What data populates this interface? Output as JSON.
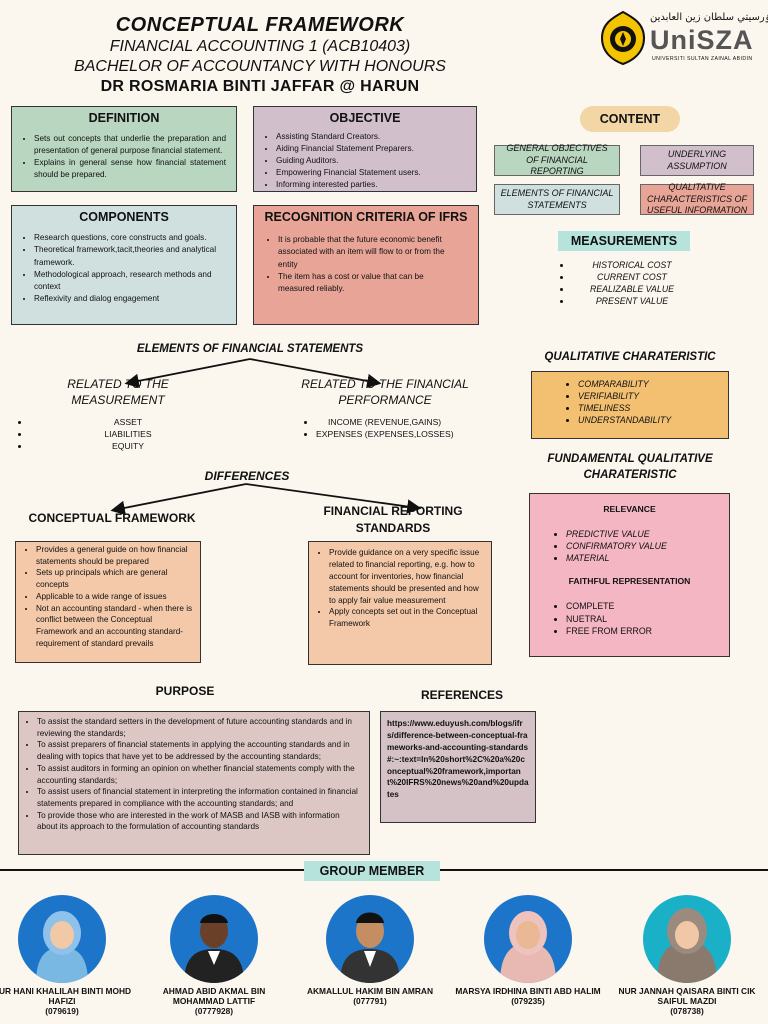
{
  "header": {
    "title": "CONCEPTUAL FRAMEWORK",
    "course": "FINANCIAL ACCOUNTING 1 (ACB10403)",
    "programme": "BACHELOR OF ACCOUNTANCY WITH HONOURS",
    "lecturer": "DR ROSMARIA BINTI JAFFAR @ HARUN"
  },
  "logo": {
    "arabic": "يونيۏرسيتي سلطان زين العابدين",
    "name": "UniSZA",
    "subtitle": "UNIVERSITI SULTAN ZAINAL ABIDIN"
  },
  "definition": {
    "title": "DEFINITION",
    "items": [
      "Sets out concepts that underlie the preparation and presentation of general purpose financial statement.",
      "Explains in general sense how financial statement should be prepared."
    ]
  },
  "objective": {
    "title": "OBJECTIVE",
    "items": [
      "Assisting Standard Creators.",
      "Aiding Financial Statement Preparers.",
      "Guiding Auditors.",
      "Empowering Financial Statement users.",
      "Informing interested parties."
    ]
  },
  "components": {
    "title": "COMPONENTS",
    "items": [
      "Research questions, core constructs and goals.",
      "Theoretical framework,tacit,theories and analytical framework.",
      "Methodological approach, research methods and context",
      "Reflexivity and dialog engagement"
    ]
  },
  "recognition": {
    "title": "RECOGNITION CRITERIA OF IFRS",
    "items": [
      "It is probable that the future economic benefit associated with an item will flow to or from the entity",
      "The item has a cost or value that can be measured reliably."
    ]
  },
  "content": {
    "title": "CONTENT",
    "boxes": [
      "GENERAL OBJECTIVES OF FINANCIAL REPORTING",
      "UNDERLYING ASSUMPTION",
      "ELEMENTS OF FINANCIAL STATEMENTS",
      "QUALITATIVE CHARACTERISTICS OF USEFUL INFORMATION"
    ]
  },
  "measurements": {
    "title": "MEASUREMENTS",
    "items": [
      "HISTORICAL COST",
      "CURRENT COST",
      "REALIZABLE VALUE",
      "PRESENT VALUE"
    ]
  },
  "elements": {
    "title": "ELEMENTS OF FINANCIAL STATEMENTS",
    "left_title": "RELATED TO THE MEASUREMENT",
    "left_items": [
      "ASSET",
      "LIABILITIES",
      "EQUITY"
    ],
    "right_title": "RELATED TO THE FINANCIAL PERFORMANCE",
    "right_items": [
      "INCOME (REVENUE,GAINS)",
      "EXPENSES (EXPENSES,LOSSES)"
    ]
  },
  "qualitative": {
    "title": "QUALITATIVE CHARATERISTIC",
    "items": [
      "COMPARABILITY",
      "VERIFIABILITY",
      "TIMELINESS",
      "UNDERSTANDABILITY"
    ]
  },
  "fundamental": {
    "title": "FUNDAMENTAL QUALITATIVE CHARATERISTIC",
    "relevance_title": "RELEVANCE",
    "relevance_items": [
      "PREDICTIVE VALUE",
      "CONFIRMATORY VALUE",
      "MATERIAL"
    ],
    "faithful_title": "FAITHFUL REPRESENTATION",
    "faithful_items": [
      "COMPLETE",
      "NUETRAL",
      "FREE FROM ERROR"
    ]
  },
  "differences": {
    "title": "DIFFERENCES",
    "cf_title": "CONCEPTUAL FRAMEWORK",
    "cf_items": [
      "Provides a general guide on how financial statements should be prepared",
      "Sets up principals which are general concepts",
      "Applicable to a wide range of issues",
      "Not an accounting standard - when there is conflict between the Conceptual Framework and an accounting standard-requirement of standard prevails"
    ],
    "frs_title": "FINANCIAL REPORTING STANDARDS",
    "frs_items": [
      "Provide guidance on a very specific issue related to financial reporting, e.g. how to account for inventories, how financial statements should be presented and how to apply fair value measurement",
      "Apply concepts set out in the Conceptual Framework"
    ]
  },
  "purpose": {
    "title": "PURPOSE",
    "items": [
      "To assist the standard setters in the development of future accounting standards and in reviewing the standards;",
      "To assist preparers of financial statements in applying the accounting standards and in dealing with topics that have yet to be addressed by the accounting standards;",
      "To assist auditors in forming an opinion on whether financial statements comply with the accounting standards;",
      "To assist users of financial statement in interpreting the information contained in financial statements prepared in compliance with the accounting standards; and",
      "To provide those who are interested in the work of MASB and IASB with information about its approach to the formulation of accounting standards"
    ]
  },
  "references": {
    "title": "REFERENCES",
    "url": "https://www.eduyush.com/blogs/ifrs/difference-between-conceptual-frameworks-and-accounting-standards#:~:text=In%20short%2C%20a%20conceptual%20framework,important%20IFRS%20news%20and%20updates"
  },
  "group": {
    "title": "GROUP MEMBER",
    "members": [
      {
        "name": "NUR HANI KHALILAH BINTI MOHD HAFIZI",
        "id": "(079619)"
      },
      {
        "name": "AHMAD ABID AKMAL BIN MOHAMMAD LATTIF",
        "id": "(0777928)"
      },
      {
        "name": "AKMALLUL HAKIM BIN AMRAN (077791)",
        "id": ""
      },
      {
        "name": "MARSYA IRDHINA BINTI ABD HALIM",
        "id": "(079235)"
      },
      {
        "name": "NUR JANNAH QAISARA BINTI CIK SAIFUL MAZDI",
        "id": "(078738)"
      }
    ]
  },
  "colors": {
    "background": "#fbf6ee",
    "definition": "#b9d6c0",
    "objective": "#d2bfcc",
    "components": "#cfe0df",
    "recognition": "#e8a597",
    "content_pill": "#f3d6a6",
    "measurements_tag": "#b7e3dd",
    "qualitative": "#f3c072",
    "fundamental": "#f4b6c3",
    "differences": "#f4c9a9",
    "purpose": "#dcc7c5",
    "references": "#d4c2c6",
    "avatar_bg": "#1d75c9"
  }
}
